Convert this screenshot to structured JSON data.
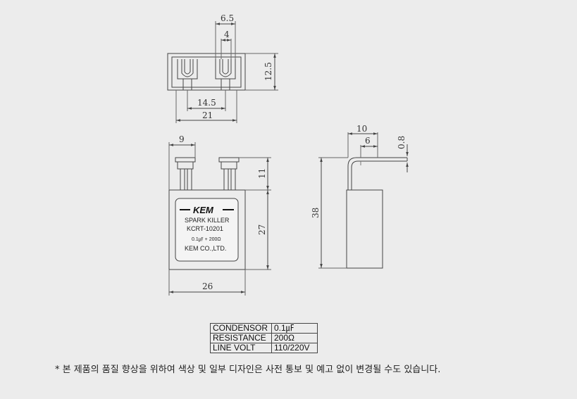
{
  "dimensions": {
    "top_view": {
      "w1": "6.5",
      "w2": "4",
      "h": "12.5",
      "pitch": "14.5",
      "width": "21"
    },
    "front_view": {
      "terminal": "9",
      "lead_h": "11",
      "body_h": "27",
      "body_w": "26"
    },
    "side_view": {
      "total": "10",
      "offset": "6",
      "thickness": "0.8",
      "height": "38"
    }
  },
  "label": {
    "brand": "KEM",
    "line1": "SPARK KILLER",
    "line2": "KCRT-10201",
    "line3": "0.1㎌ + 200Ω",
    "line4": "KEM CO.,LTD."
  },
  "spec_table": [
    {
      "key": "CONDENSOR",
      "value": "0.1㎌"
    },
    {
      "key": "RESISTANCE",
      "value": "200Ω"
    },
    {
      "key": "LINE VOLT",
      "value": "110/220V"
    }
  ],
  "note": "* 본 제품의 품질 향상을 위하여 색상 및 일부 디자인은 사전 통보 및 예고 없이 변경될 수도 있습니다."
}
